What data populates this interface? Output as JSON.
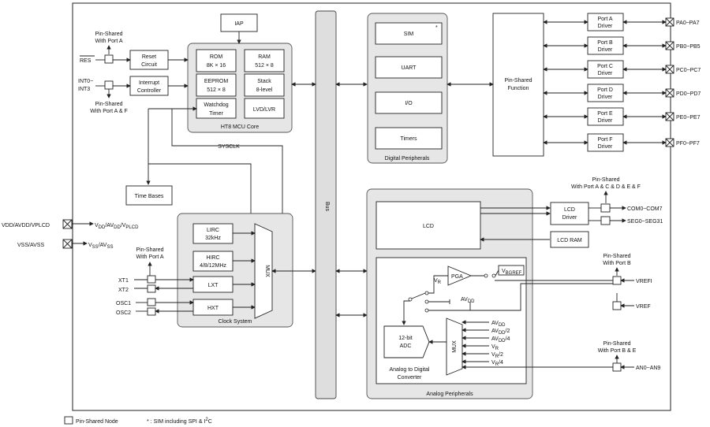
{
  "diagram": {
    "iap": "IAP",
    "core": {
      "title": "HT8 MCU Core",
      "rom": [
        "ROM",
        "8K × 16"
      ],
      "ram": [
        "RAM",
        "512 × 8"
      ],
      "eeprom": [
        "EEPROM",
        "512 × 8"
      ],
      "stack": [
        "Stack",
        "8-level"
      ],
      "wdt": [
        "Watchdog",
        "Timer"
      ],
      "lvd": "LVD/LVR"
    },
    "reset": [
      "Reset",
      "Circuit"
    ],
    "interrupt": [
      "Interrupt",
      "Controller"
    ],
    "res_pin": "RES",
    "int_pins": [
      "INT0~",
      "INT3"
    ],
    "shared_a": [
      "Pin-Shared",
      "With Port A"
    ],
    "shared_af": [
      "Pin-Shared",
      "With Port A & F"
    ],
    "sysclk": "SYSCLK",
    "time_bases": "Time Bases",
    "bus": "Bus",
    "digital": {
      "title": "Digital Peripherals",
      "sim": "SIM",
      "sim_mark": "*",
      "uart": "UART",
      "io": "I/O",
      "timers": "Timers"
    },
    "pin_shared_function": [
      "Pin-Shared",
      "Function"
    ],
    "ports": [
      {
        "driver": [
          "Port A",
          "Driver"
        ],
        "pin": "PA0~PA7"
      },
      {
        "driver": [
          "Port B",
          "Driver"
        ],
        "pin": "PB0~PB5"
      },
      {
        "driver": [
          "Port C",
          "Driver"
        ],
        "pin": "PC0~PC7"
      },
      {
        "driver": [
          "Port D",
          "Driver"
        ],
        "pin": "PD0~PD7"
      },
      {
        "driver": [
          "Port E",
          "Driver"
        ],
        "pin": "PE0~PE7"
      },
      {
        "driver": [
          "Port F",
          "Driver"
        ],
        "pin": "PF0~PF7"
      }
    ],
    "power": {
      "vdd_pin": "VDD/AVDD/VPLCD",
      "vss_pin": "VSS/AVSS",
      "vdd_main": "V",
      "vdd_sub": "DD",
      "vdd_mid": "/AV",
      "vdd_sub2": "DD",
      "vdd_sep": "/V",
      "vdd_sub3": "PLCD",
      "vss_main": "V",
      "vss_sub": "SS",
      "vss_mid": "/AV",
      "vss_sub2": "SS"
    },
    "clock": {
      "title": "Clock System",
      "lirc": [
        "LIRC",
        "32kHz"
      ],
      "hirc": [
        "HIRC",
        "4/8/12MHz"
      ],
      "lxt": "LXT",
      "hxt": "HXT",
      "mux": "MUX",
      "shared": [
        "Pin-Shared",
        "With Port A"
      ],
      "pins": [
        "XT1",
        "XT2",
        "OSC1",
        "OSC2"
      ]
    },
    "lcd": {
      "lcd": "LCD",
      "driver": [
        "LCD",
        "Driver"
      ],
      "ram": "LCD RAM",
      "shared": [
        "Pin-Shared",
        "With Port A & C & D & E & F"
      ],
      "com": "COM0~COM7",
      "seg": "SEG0~SEG31"
    },
    "analog": {
      "title": "Analog Peripherals",
      "pga": "PGA",
      "vbgref_main": "V",
      "vbgref_sub": "BGREF",
      "vr_main": "V",
      "vr_sub": "R",
      "avdd_main": "AV",
      "avdd_sub": "DD",
      "adc": [
        "12-bit",
        "ADC"
      ],
      "mux": "MUX",
      "converter": [
        "Analog to Digital",
        "Converter"
      ],
      "inputs": [
        {
          "main": "AV",
          "sub": "DD",
          "suffix": ""
        },
        {
          "main": "AV",
          "sub": "DD",
          "suffix": "/2"
        },
        {
          "main": "AV",
          "sub": "DD",
          "suffix": "/4"
        },
        {
          "main": "V",
          "sub": "R",
          "suffix": ""
        },
        {
          "main": "V",
          "sub": "R",
          "suffix": "/2"
        },
        {
          "main": "V",
          "sub": "R",
          "suffix": "/4"
        }
      ],
      "shared_b": [
        "Pin-Shared",
        "With Port B"
      ],
      "shared_be": [
        "Pin-Shared",
        "With Port B & E"
      ],
      "vrefi": "VREFI",
      "vref": "VREF",
      "an": "AN0~AN9"
    },
    "legend": {
      "node": "Pin-Shared Node",
      "sim_note_star": "*",
      "sim_note": ": SIM including SPI & I",
      "sim_note_sup": "2",
      "sim_note_end": "C"
    }
  }
}
